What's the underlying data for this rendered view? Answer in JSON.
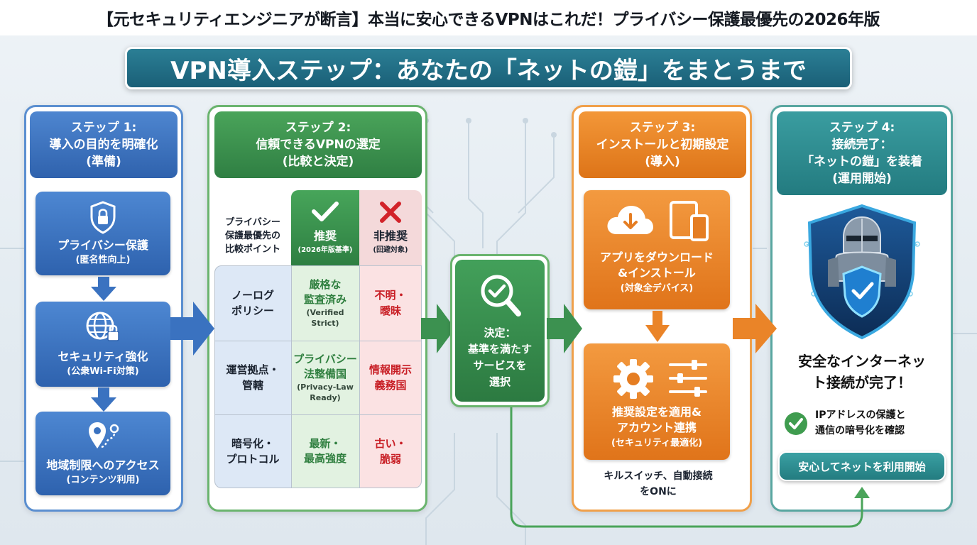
{
  "top_title": "【元セキュリティエンジニアが断言】本当に安心できるVPNはこれだ！プライバシー保護最優先の2026年版",
  "main_banner": "VPN導入ステップ：あなたの「ネットの鎧」をまとうまで",
  "colors": {
    "step1": "#3a72c0",
    "step2": "#3c9150",
    "step3": "#ea8428",
    "step4": "#2f8d91",
    "good": "#2f7f3f",
    "bad": "#c81e25"
  },
  "step1": {
    "title_line1": "ステップ 1:",
    "title_line2": "導入の目的を明確化",
    "title_line3": "(準備)",
    "items": [
      {
        "label": "プライバシー保護",
        "sub": "(匿名性向上)",
        "icon": "lock-shield-icon"
      },
      {
        "label": "セキュリティ強化",
        "sub": "(公衆Wi-Fi対策)",
        "icon": "globe-lock-icon"
      },
      {
        "label": "地域制限へのアクセス",
        "sub": "(コンテンツ利用)",
        "icon": "location-pin-icon"
      }
    ]
  },
  "step2": {
    "title_line1": "ステップ 2:",
    "title_line2": "信頼できるVPNの選定",
    "title_line3": "(比較と決定)",
    "table": {
      "corner": [
        "プライバシー",
        "保護最優先の",
        "比較ポイント"
      ],
      "recommended_label": "推奨",
      "recommended_sub": "(2026年版基準)",
      "not_recommended_label": "非推奨",
      "not_recommended_sub": "(回避対象)",
      "rows": [
        {
          "label": [
            "ノーログ",
            "ポリシー"
          ],
          "good": [
            "厳格な",
            "監査済み"
          ],
          "good_en": [
            "(Verified",
            "Strict)"
          ],
          "bad": [
            "不明・",
            "曖昧"
          ]
        },
        {
          "label": [
            "運営拠点・",
            "管轄"
          ],
          "good": [
            "プライバシー",
            "法整備国"
          ],
          "good_en": [
            "(Privacy-Law",
            "Ready)"
          ],
          "bad": [
            "情報開示",
            "義務国"
          ]
        },
        {
          "label": [
            "暗号化・",
            "プロトコル"
          ],
          "good": [
            "最新・",
            "最高強度"
          ],
          "good_en": [],
          "bad": [
            "古い・",
            "脆弱"
          ]
        }
      ]
    }
  },
  "decision": {
    "lines": [
      "決定：",
      "基準を満たす",
      "サービスを",
      "選択"
    ],
    "icon": "magnifier-check-icon"
  },
  "step3": {
    "title_line1": "ステップ 3:",
    "title_line2": "インストールと初期設定",
    "title_line3": "(導入)",
    "box1": {
      "line1": "アプリをダウンロード",
      "line2": "&インストール",
      "sub": "(対象全デバイス)"
    },
    "box2": {
      "line1": "推奨設定を適用&",
      "line2": "アカウント連携",
      "sub": "(セキュリティ最適化)"
    },
    "note_line1": "キルスイッチ、自動接続",
    "note_line2": "をONに"
  },
  "step4": {
    "title_line1": "ステップ 4:",
    "title_line2": "接続完了：",
    "title_line3": "「ネットの鎧」を装着",
    "title_line4": "(運用開始)",
    "complete_line1": "安全なインターネッ",
    "complete_line2": "ト接続が完了！",
    "check_line1": "IPアドレスの保護と",
    "check_line2": "通信の暗号化を確認",
    "button_label": "安心してネットを利用開始"
  }
}
